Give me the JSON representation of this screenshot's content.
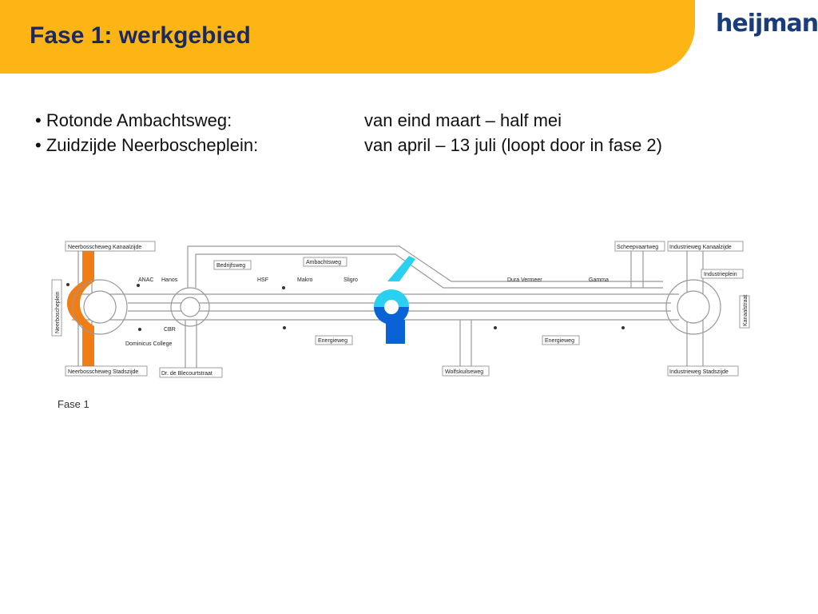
{
  "header": {
    "title": "Fase 1: werkgebied",
    "logo_text": "heijmans",
    "band_color": "#fdb515",
    "title_color": "#1a2a5e",
    "logo_color": "#1a3c7a"
  },
  "bullets": [
    {
      "label": "• Rotonde Ambachtsweg:",
      "period": "van eind maart – half mei"
    },
    {
      "label": "• Zuidzijde Neerboscheplein:",
      "period": "van april – 13 juli (loopt door in fase 2)"
    }
  ],
  "map": {
    "caption": "Fase 1",
    "colors": {
      "orange_zone": "#f07d16",
      "cyan_zone": "#2ad0f0",
      "blue_zone": "#0a63d6",
      "road": "#999999"
    },
    "labels": {
      "neerbosscheweg_kanaalzijde": "Neerbosscheweg Kanaalzijde",
      "neerbosscheweg_stadszijde": "Neerbosscheweg Stadszijde",
      "neerboscheplein": "Neerboscheplein",
      "anac": "ANAC",
      "hanos": "Hanos",
      "cbr": "CBR",
      "dominicus": "Dominicus College",
      "dr_de_blecourtstraat": "Dr. de Blecourtstraat",
      "bedrijfsweg": "Bedrijfsweg",
      "ambachtsweg": "Ambachtsweg",
      "hsf": "HSF",
      "makro": "Makro",
      "sligro": "Sligro",
      "energieweg_1": "Energieweg",
      "energieweg_2": "Energieweg",
      "wolfskuilseweg": "Wolfskuilseweg",
      "dura_vermeer": "Dura Vermeer",
      "gamma": "Gamma",
      "scheepvaartweg": "Scheepvaartweg",
      "industrieweg_kanaalzijde": "Industrieweg Kanaalzijde",
      "industrieplein": "Industrieplein",
      "kanaalstraat": "Kanaalstraat",
      "industrieweg_stadszijde": "Industrieweg Stadszijde"
    }
  }
}
